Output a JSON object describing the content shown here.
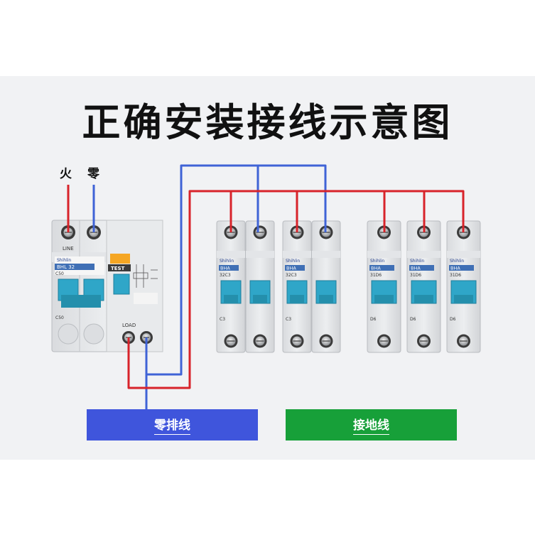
{
  "title": "正确安装接线示意图",
  "wire_labels": {
    "live": "火",
    "neutral": "零"
  },
  "colors": {
    "live_wire": "#d8232a",
    "neutral_wire": "#3f63d6",
    "neutral_bar": "#3f55dc",
    "ground_bar": "#17a039",
    "breaker_handle": "#2fa6c8",
    "test_button": "#f5a623"
  },
  "rcbo": {
    "line_label": "LINE",
    "load_label": "LOAD",
    "test_label": "TEST",
    "brand": "Shihlin",
    "model": "BHL 32",
    "rating": "C50"
  },
  "breakers_2p": [
    {
      "brand": "Shihlin",
      "series": "BHA",
      "model": "32C3",
      "rating": "C3"
    },
    {
      "brand": "Shihlin",
      "series": "BHA",
      "model": "32C3",
      "rating": "C3"
    }
  ],
  "breakers_1p": [
    {
      "brand": "Shihlin",
      "series": "BHA",
      "model": "31D6",
      "rating": "D6"
    },
    {
      "brand": "Shihlin",
      "series": "BHA",
      "model": "31D6",
      "rating": "D6"
    },
    {
      "brand": "Shihlin",
      "series": "BHA",
      "model": "31D6",
      "rating": "D6"
    }
  ],
  "bars": {
    "neutral": "零排线",
    "ground": "接地线"
  }
}
